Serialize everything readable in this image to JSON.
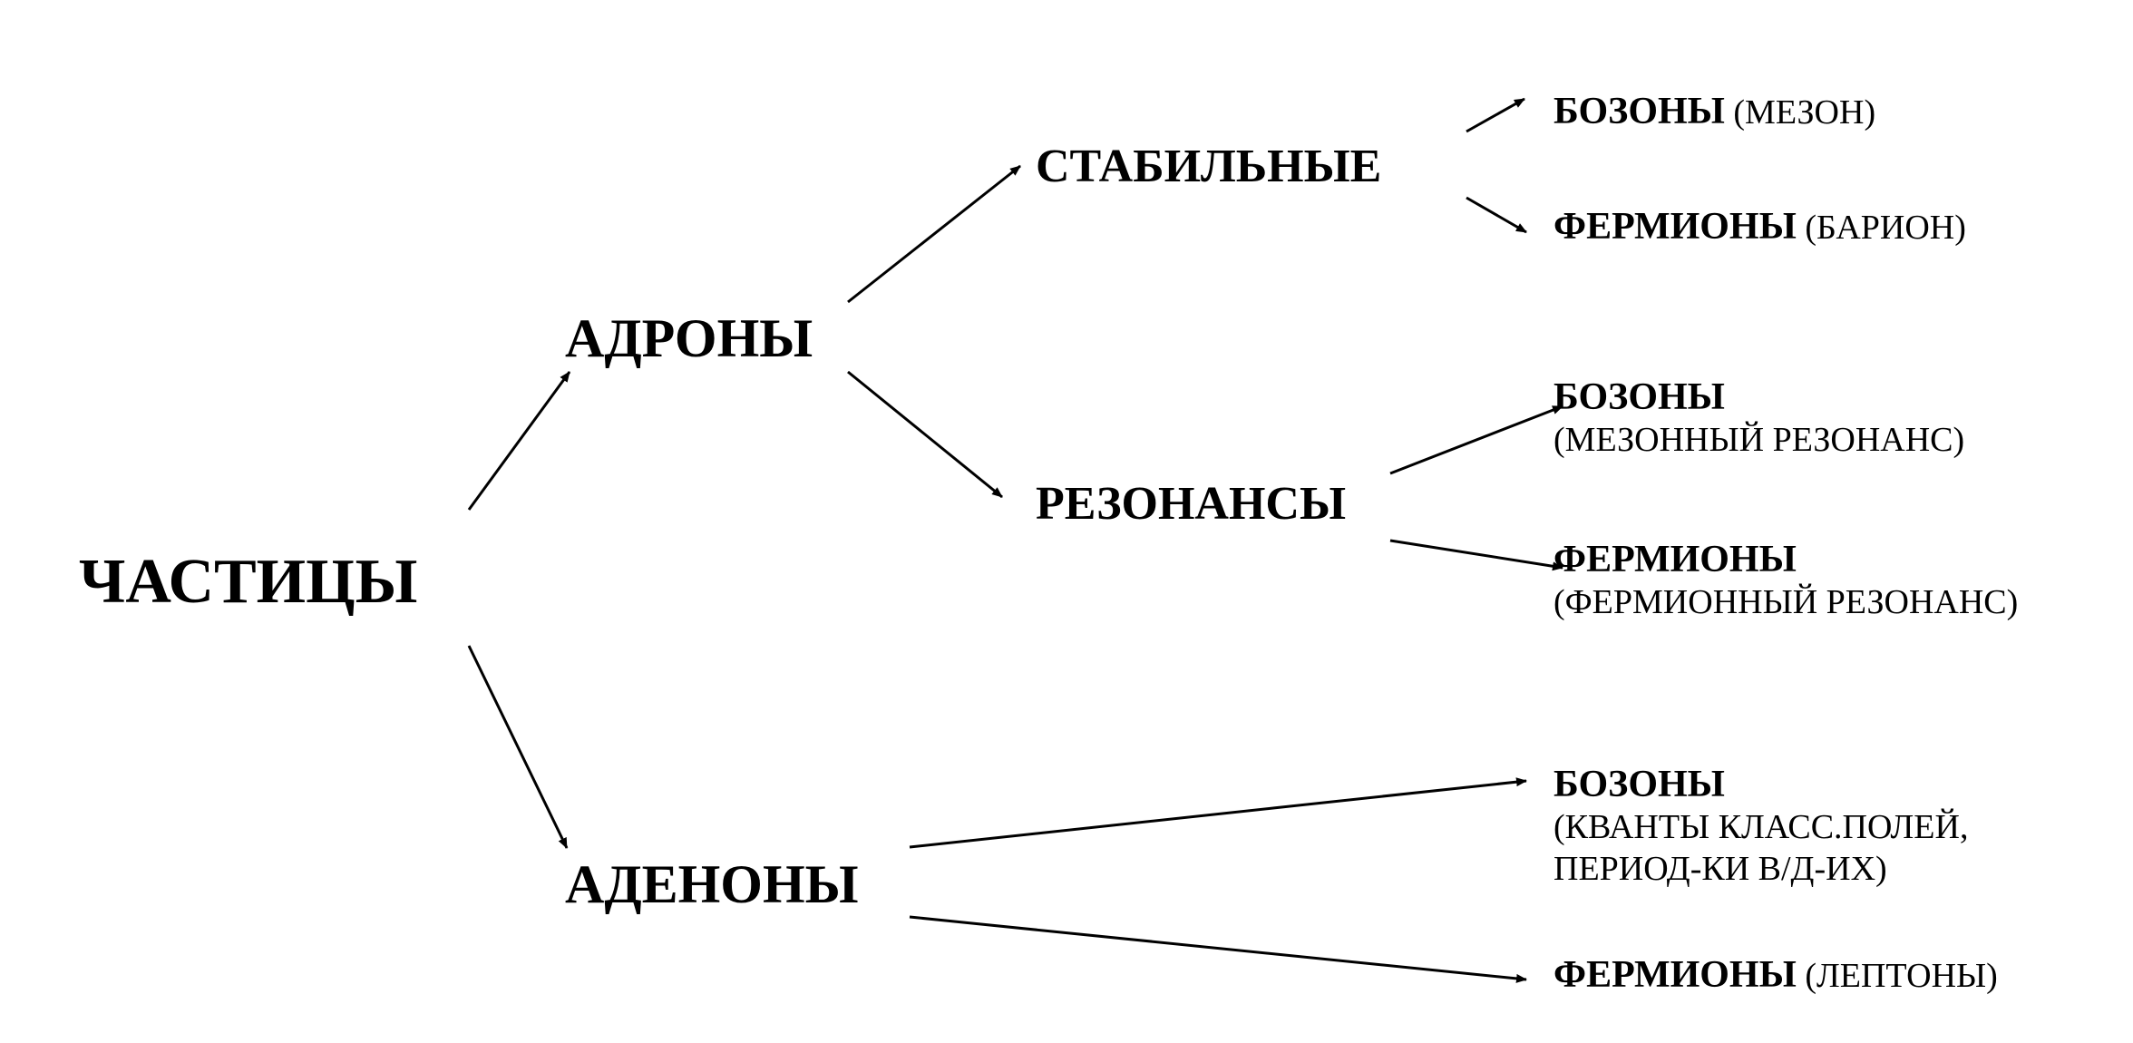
{
  "root": {
    "label": "ЧАСТИЦЫ"
  },
  "level1": {
    "hadrons": {
      "label": "АДРОНЫ"
    },
    "adenons": {
      "label": "АДЕНОНЫ"
    }
  },
  "level2": {
    "stable": {
      "label": "СТАБИЛЬНЫЕ"
    },
    "resonances": {
      "label": "РЕЗОНАНСЫ"
    }
  },
  "leaves": {
    "stable_bosons": {
      "lead": "БОЗОНЫ",
      "note": "(МЕЗОН)"
    },
    "stable_fermions": {
      "lead": "ФЕРМИОНЫ",
      "note": "(БАРИОН)"
    },
    "res_bosons": {
      "lead": "БОЗОНЫ",
      "note": "(МЕЗОННЫЙ РЕЗОНАНС)"
    },
    "res_fermions": {
      "lead": "ФЕРМИОНЫ",
      "note": "(ФЕРМИОННЫЙ РЕЗОНАНС)"
    },
    "aden_bosons": {
      "lead": "БОЗОНЫ",
      "note_line1": "(КВАНТЫ КЛАСС.ПОЛЕЙ,",
      "note_line2": "ПЕРИОД-КИ В/Д-ИХ)"
    },
    "aden_fermions": {
      "lead": "ФЕРМИОНЫ",
      "note": "(ЛЕПТОНЫ)"
    }
  },
  "colors": {
    "ink": "#000000",
    "background": "#ffffff"
  }
}
